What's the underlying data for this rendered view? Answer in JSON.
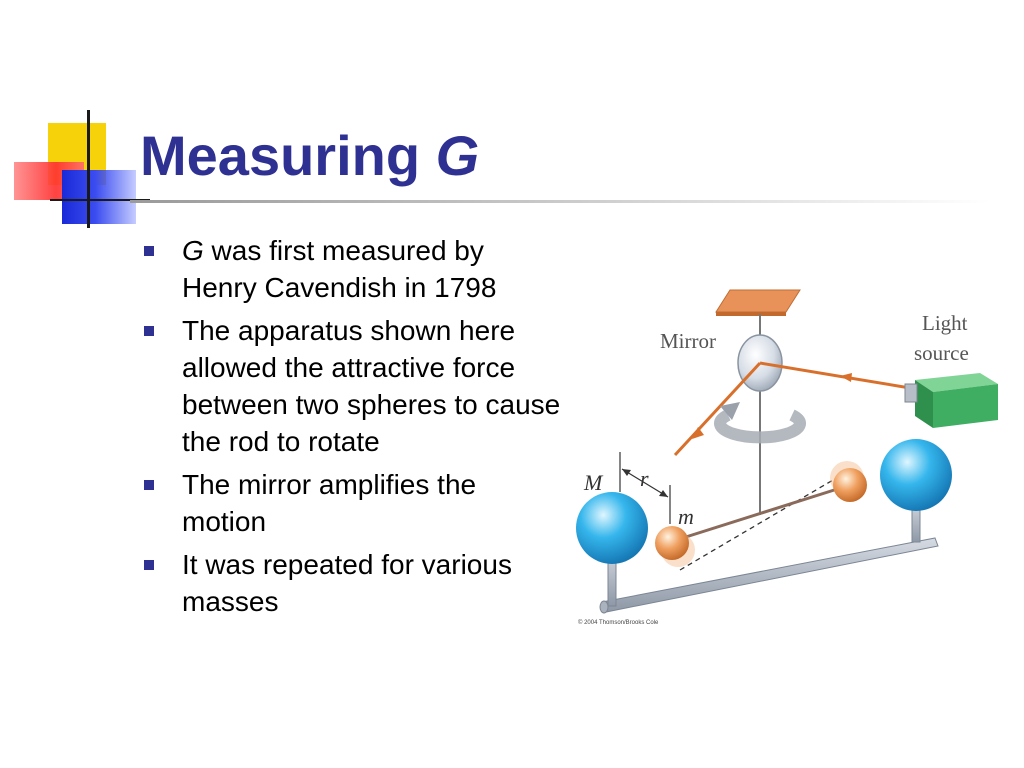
{
  "title": {
    "main": "Measuring",
    "italic": "G"
  },
  "bullets": [
    {
      "italic": "G",
      "text": " was first measured by Henry Cavendish in 1798"
    },
    {
      "text": "The apparatus shown here allowed the attractive force between two spheres to cause the rod to rotate"
    },
    {
      "text": "The mirror amplifies the motion"
    },
    {
      "text": "It was repeated for various masses"
    }
  ],
  "figure": {
    "mirror_label": "Mirror",
    "light_label_line1": "Light",
    "light_label_line2": "source",
    "large_mass_label": "M",
    "distance_label": "r",
    "small_mass_label": "m",
    "copyright": "© 2004 Thomson/Brooks Cole"
  },
  "colors": {
    "title": "#2e3192",
    "bullet": "#2e3192",
    "beam": "#d8702c",
    "sphere": "#35b6ec",
    "light_source": "#3fae62"
  }
}
